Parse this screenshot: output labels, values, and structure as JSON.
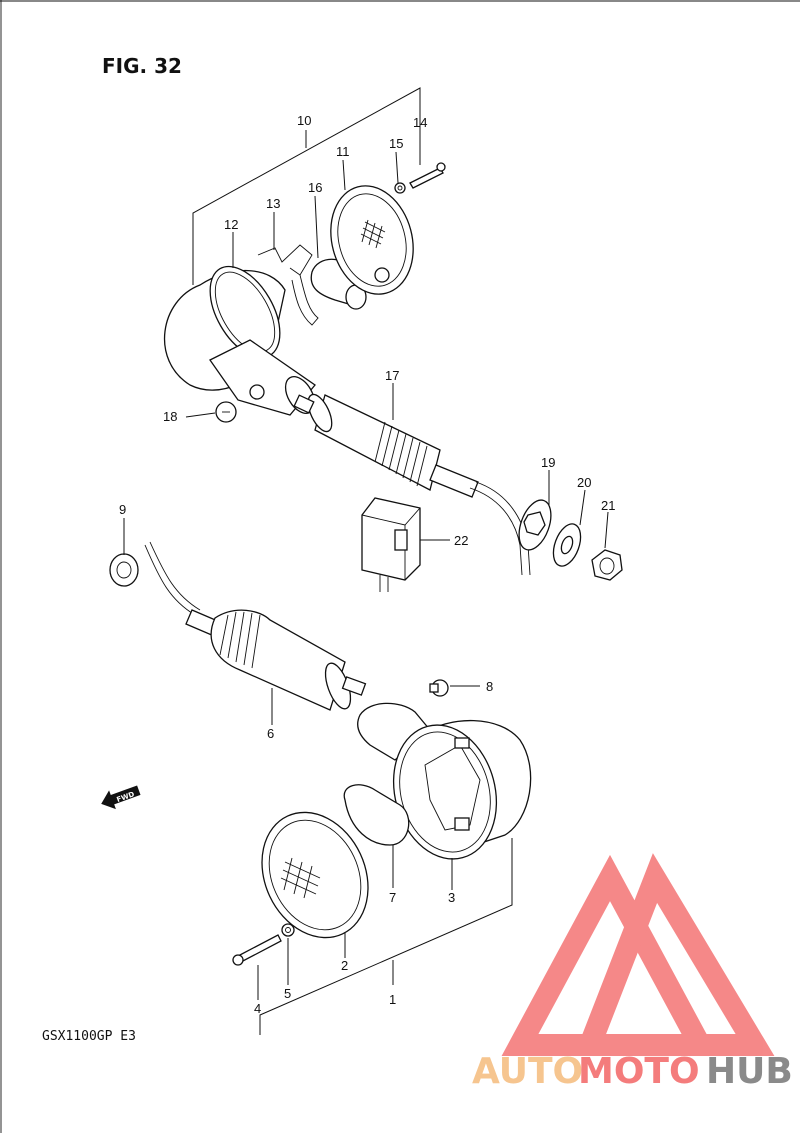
{
  "figure": {
    "title": "FIG. 32",
    "model": "GSX1100GP E3"
  },
  "forward_marker": {
    "text": "FWD",
    "icon": "forward-arrow-icon"
  },
  "watermark": {
    "text_part1": "AUTO",
    "text_part2": "MOTO",
    "text_part3": "HUB",
    "colors": {
      "auto": "#f6c58f",
      "moto": "#f47c7c",
      "hub": "#8a8a8a",
      "logo": "#f47c7c"
    }
  },
  "callouts": {
    "c1": "1",
    "c2": "2",
    "c3": "3",
    "c4": "4",
    "c5": "5",
    "c6": "6",
    "c7": "7",
    "c8": "8",
    "c9": "9",
    "c10": "10",
    "c11": "11",
    "c12": "12",
    "c13": "13",
    "c14": "14",
    "c15": "15",
    "c16": "16",
    "c17": "17",
    "c18": "18",
    "c19": "19",
    "c20": "20",
    "c21": "21",
    "c22": "22"
  }
}
